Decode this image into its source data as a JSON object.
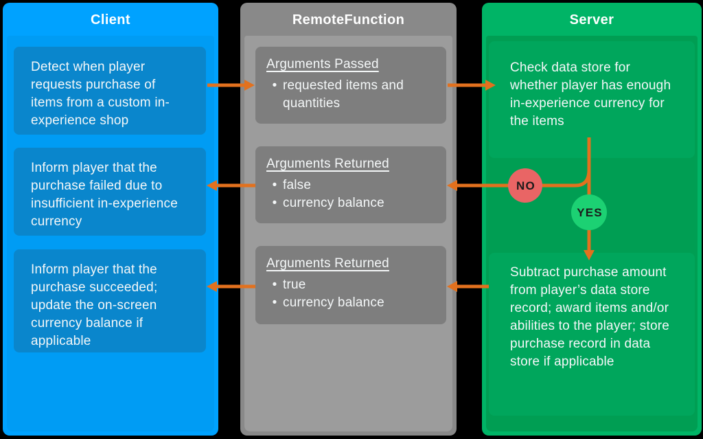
{
  "colors": {
    "background": "#000000",
    "client_header": "#00A2FF",
    "client_body": "#009CF4",
    "client_box": "#0A86CC",
    "remote_header": "#898989",
    "remote_body": "#9C9C9C",
    "remote_box": "#7E7E7E",
    "server_header": "#00B466",
    "server_body": "#009E53",
    "server_box": "#00A65C",
    "arrow": "#E2711E",
    "no_circle": "#E96565",
    "yes_circle": "#1CD173"
  },
  "columns": {
    "client": {
      "title": "Client",
      "boxes": [
        "Detect when player requests purchase of items from a custom in-experience shop",
        "Inform player that the purchase failed due to insufficient in-experience currency",
        "Inform player that the purchase succeeded; update the on-screen currency balance if applicable"
      ]
    },
    "remote_function": {
      "title": "RemoteFunction",
      "boxes": [
        {
          "heading": "Arguments Passed",
          "bullets": [
            "requested items and quantities"
          ]
        },
        {
          "heading": "Arguments Returned",
          "bullets": [
            "false",
            "currency balance"
          ]
        },
        {
          "heading": "Arguments Returned",
          "bullets": [
            "true",
            "currency balance"
          ]
        }
      ]
    },
    "server": {
      "title": "Server",
      "blocks": [
        "Check data store for whether player has enough in-experience currency for the items",
        "Subtract purchase amount from player’s data store record; award items and/or abilities to the player; store purchase record in data store if applicable"
      ]
    }
  },
  "decision": {
    "no_label": "NO",
    "yes_label": "YES"
  }
}
